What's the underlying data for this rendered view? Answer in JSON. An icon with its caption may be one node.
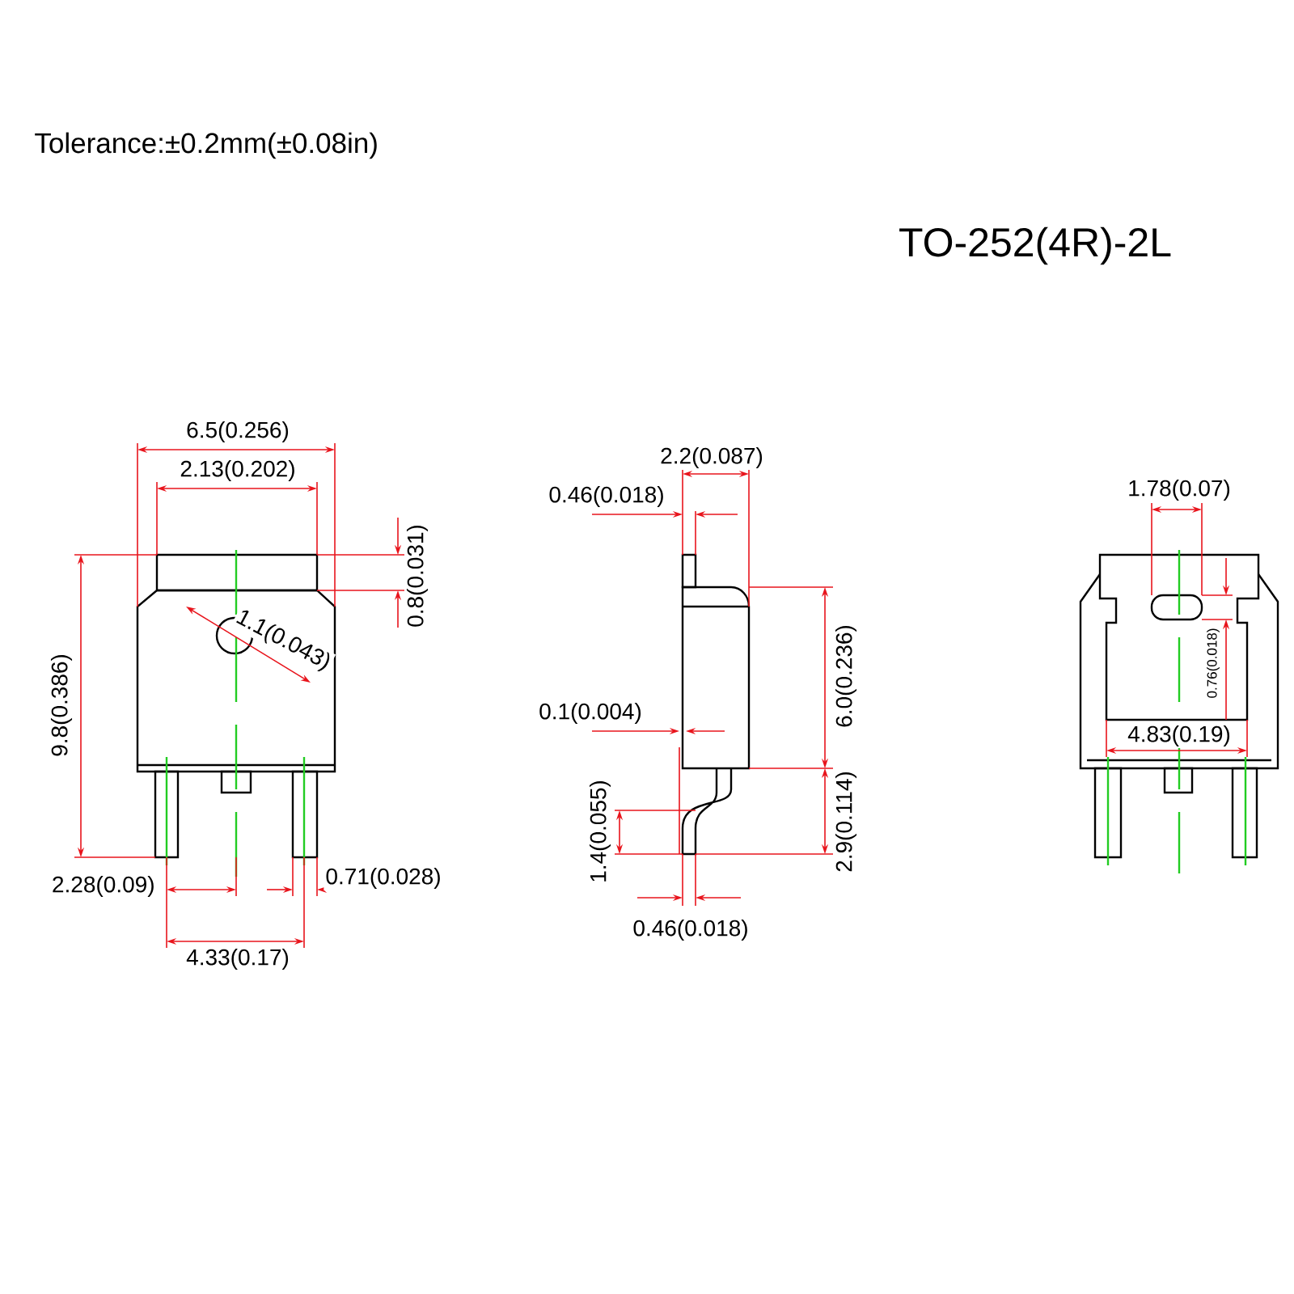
{
  "diagram": {
    "title": "TO-252(4R)-2L",
    "labels": [
      "Tolerance:±0.2mm(±0.08in)",
      "6.5(0.256)",
      "2.13(0.202)",
      "0.8(0.031)",
      "1.1(0.043)",
      "9.8(0.386)",
      "2.28(0.09)",
      "0.71(0.028)",
      "4.33(0.17)",
      "2.2(0.087)",
      "0.46(0.018)",
      "6.0(0.236)",
      "0.1(0.004)",
      "1.4(0.055)",
      "2.9(0.114)",
      "0.46(0.018)",
      "1.78(0.07)",
      "0.76(0.018)",
      "4.83(0.19)"
    ]
  }
}
